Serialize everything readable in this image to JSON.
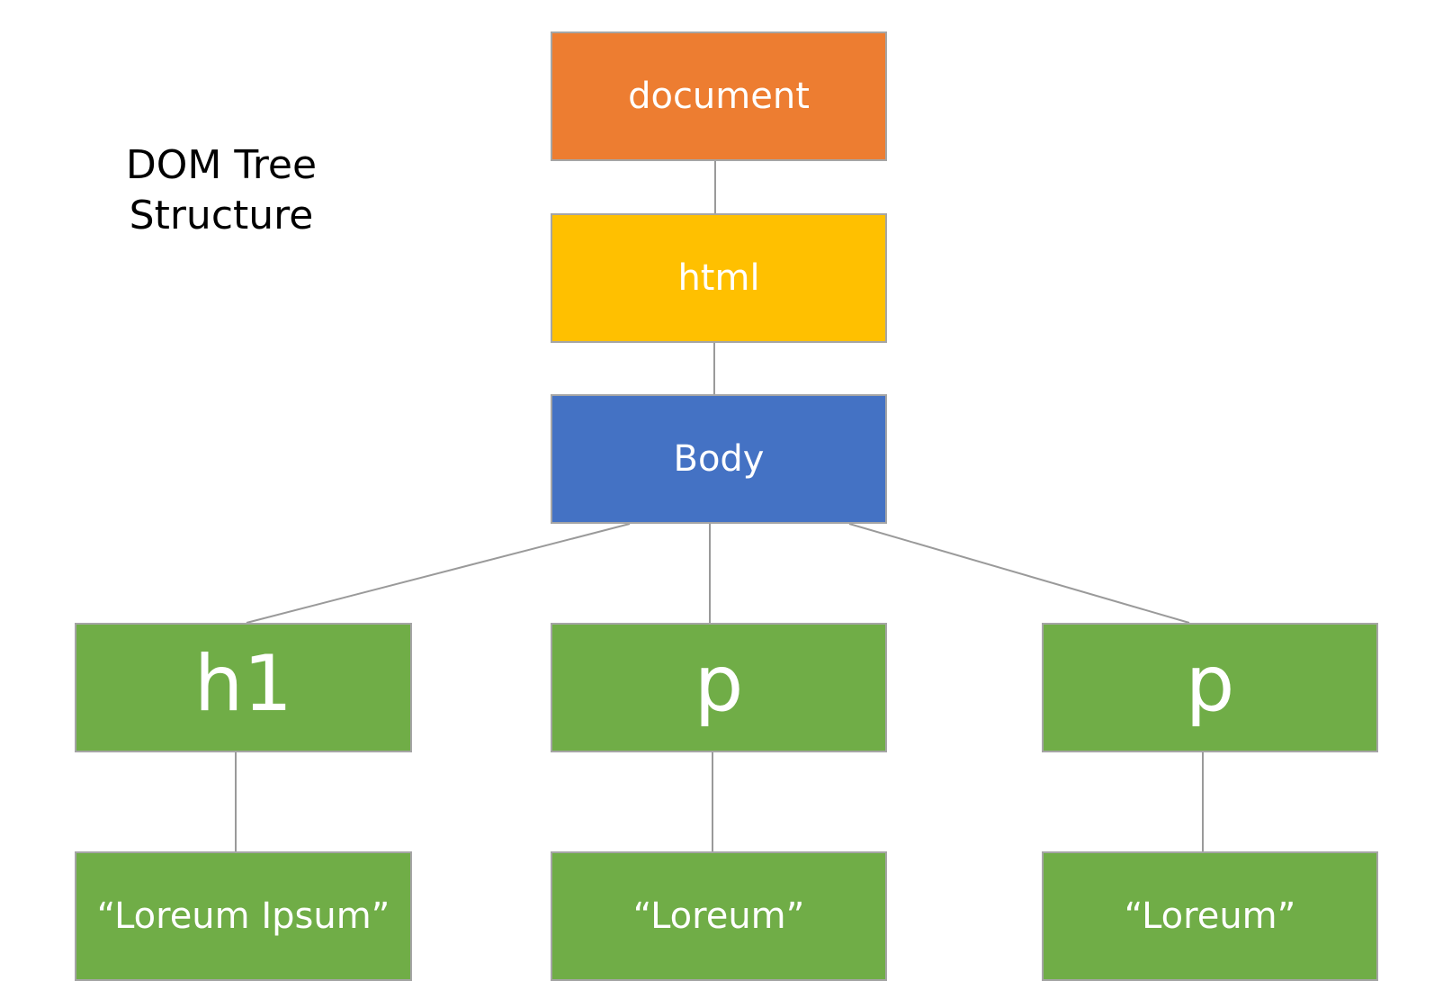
{
  "title": {
    "line1": "DOM Tree",
    "line2": "Structure"
  },
  "nodes": {
    "document": {
      "label": "document",
      "color": "#ED7D31"
    },
    "html": {
      "label": "html",
      "color": "#FFC000"
    },
    "body": {
      "label": "Body",
      "color": "#4472C4"
    },
    "h1": {
      "label": "h1",
      "color": "#70AD47"
    },
    "p1": {
      "label": "p",
      "color": "#70AD47"
    },
    "p2": {
      "label": "p",
      "color": "#70AD47"
    },
    "text_h1": {
      "label": "“Loreum Ipsum”",
      "color": "#70AD47"
    },
    "text_p1": {
      "label": "“Loreum”",
      "color": "#70AD47"
    },
    "text_p2": {
      "label": "“Loreum”",
      "color": "#70AD47"
    }
  },
  "edges": [
    [
      "document",
      "html"
    ],
    [
      "html",
      "body"
    ],
    [
      "body",
      "h1"
    ],
    [
      "body",
      "p1"
    ],
    [
      "body",
      "p2"
    ],
    [
      "h1",
      "text_h1"
    ],
    [
      "p1",
      "text_p1"
    ],
    [
      "p2",
      "text_p2"
    ]
  ],
  "connector_color": "#9A9A9A",
  "node_border_color": "#A5A5A5"
}
